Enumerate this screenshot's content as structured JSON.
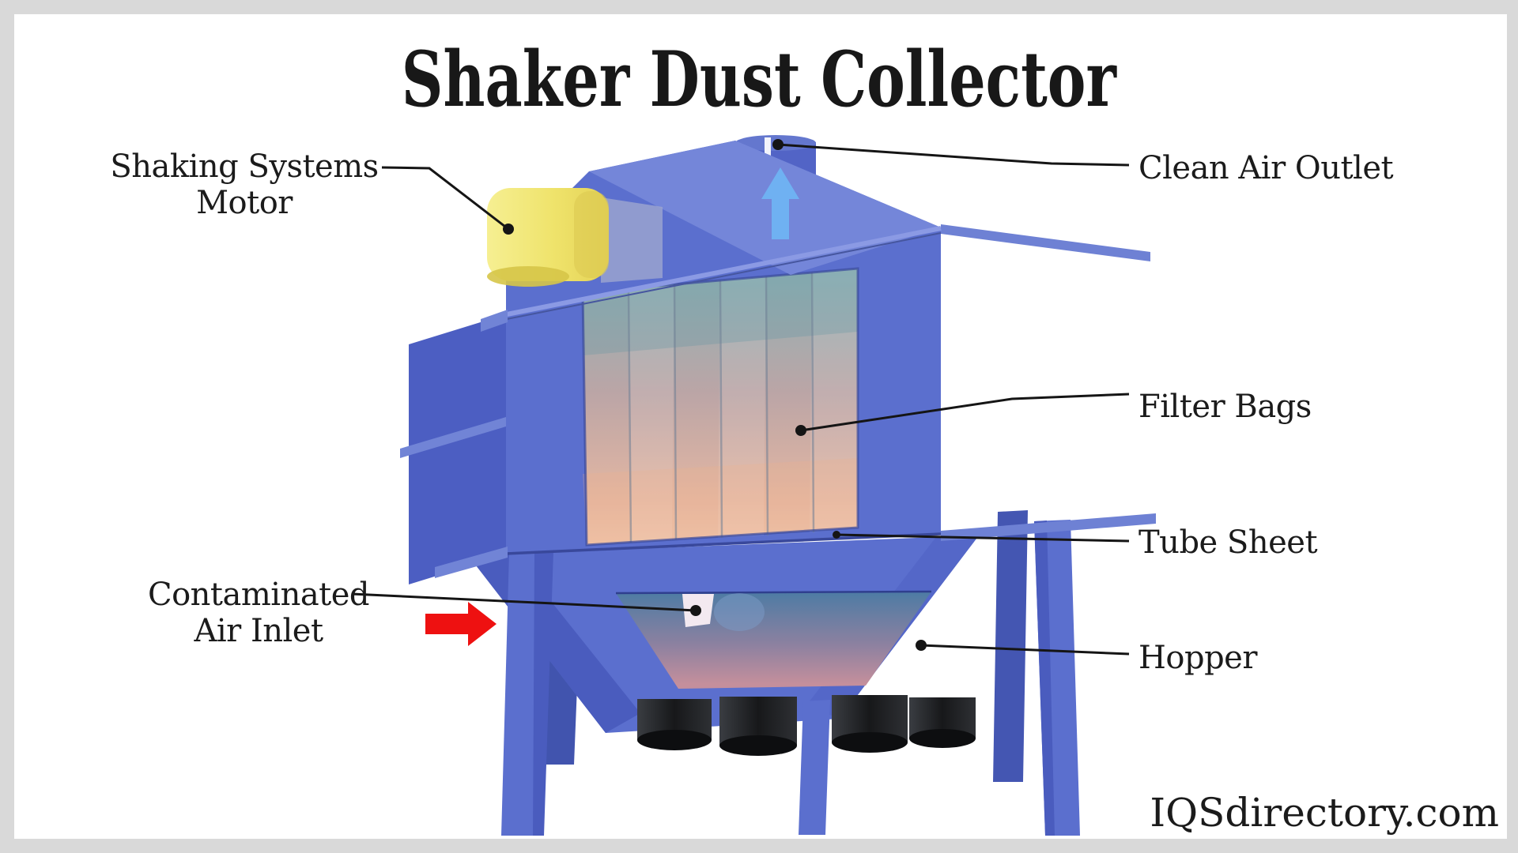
{
  "title": {
    "text": "Shaker Dust Collector"
  },
  "watermark": {
    "text": "IQSdirectory.com"
  },
  "labels": {
    "shaking_systems_motor": {
      "line1": "Shaking Systems",
      "line2": "Motor"
    },
    "clean_air_outlet": {
      "text": "Clean Air Outlet"
    },
    "filter_bags": {
      "text": "Filter Bags"
    },
    "tube_sheet": {
      "text": "Tube Sheet"
    },
    "hopper": {
      "text": "Hopper"
    },
    "contaminated_air_inlet": {
      "line1": "Contaminated",
      "line2": "Air Inlet"
    }
  },
  "arrows": {
    "clean_air_flow": {
      "direction": "up",
      "color": "#6fb1f2"
    },
    "contaminated_air_flow": {
      "direction": "right",
      "color": "#ee1111"
    }
  },
  "colors": {
    "frame_gray": "#d9d9d9",
    "housing_blue": "#5b6fce",
    "housing_blue_dark": "#4c5ec2",
    "housing_blue_light": "#7486d9",
    "motor_yellow": "#efe36b",
    "filter_bag_tint": "#e5b7a2",
    "hopper_interior_pink": "#c48f9c",
    "drum_black": "#1a1b1e",
    "leader_line": "#151515"
  }
}
